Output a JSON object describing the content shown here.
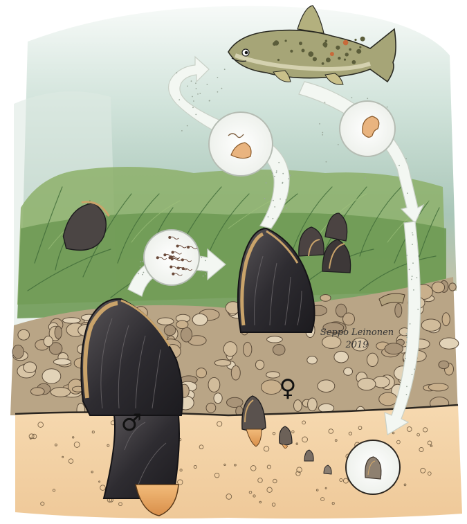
{
  "colors": {
    "water_top": "#e9f2ee",
    "water_mid": "#b9d3c8",
    "weed": "#6f9a55",
    "weed_dark": "#3f6b38",
    "gravel": "#c9b596",
    "sediment": "#f3d3a8",
    "shell_dark": "#2f2e33",
    "shell_rim": "#c9a36a",
    "foot": "#e9a865",
    "arrow_fill": "#eef4ee",
    "trout": "#9b9a6a"
  },
  "icons": {
    "male": "male-symbol",
    "female": "female-symbol",
    "fish": "trout",
    "mussel": "freshwater-pearl-mussel"
  },
  "labels": {
    "male_symbol": "♂",
    "female_symbol": "♀"
  },
  "signature": {
    "name": "Seppo Leinonen",
    "year": "2019"
  }
}
